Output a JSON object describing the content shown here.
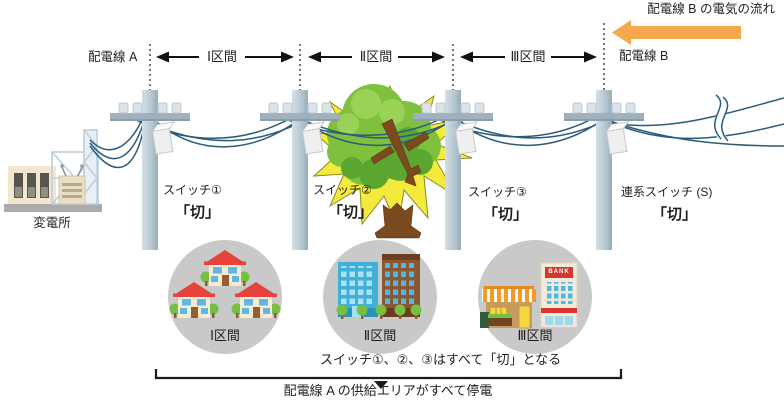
{
  "flow_label": "配電線 B の電気の流れ",
  "feeders": {
    "a": "配電線 A",
    "b": "配電線 B"
  },
  "sections": [
    {
      "label": "Ⅰ区間"
    },
    {
      "label": "Ⅱ区間"
    },
    {
      "label": "Ⅲ区間"
    }
  ],
  "substation_label": "変電所",
  "switches": [
    {
      "name": "スイッチ①",
      "state": "「切」"
    },
    {
      "name": "スイッチ②",
      "state": "「切」"
    },
    {
      "name": "スイッチ③",
      "state": "「切」"
    },
    {
      "name": "連系スイッチ (S)",
      "state": "「切」"
    }
  ],
  "areas": [
    {
      "label": "Ⅰ区間",
      "icon": "houses-icon"
    },
    {
      "label": "Ⅱ区間",
      "icon": "office-buildings-icon"
    },
    {
      "label": "Ⅲ区間",
      "icon": "shop-and-bank-icon",
      "bank_sign": "BANK"
    }
  ],
  "notes": {
    "cause": "スイッチ①、②、③はすべて「切」となる",
    "result": "配電線 A の供給エリアがすべて停電"
  },
  "colors": {
    "flow_arrow": "#F5A94E",
    "wire": "#2A5B7C",
    "pole": "#B7C8D2",
    "area_circle": "#C9C9C9",
    "fault_starburst": "#F3EA3C",
    "bracket": "#1B1B1B"
  }
}
